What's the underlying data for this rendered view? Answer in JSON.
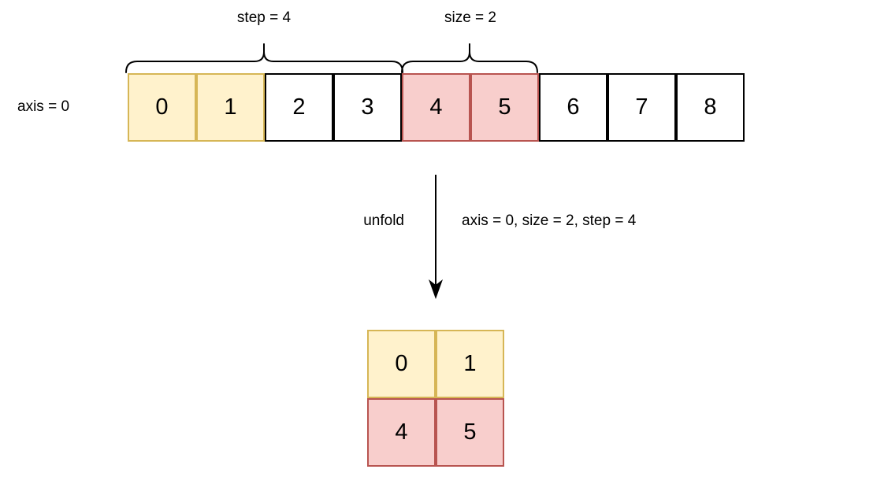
{
  "labels": {
    "step": "step = 4",
    "size": "size = 2",
    "axis": "axis = 0",
    "operation": "unfold",
    "params": "axis = 0, size = 2, step = 4"
  },
  "input_array": {
    "cells": [
      {
        "value": "0",
        "style": "yellow"
      },
      {
        "value": "1",
        "style": "yellow"
      },
      {
        "value": "2",
        "style": "plain"
      },
      {
        "value": "3",
        "style": "plain"
      },
      {
        "value": "4",
        "style": "red"
      },
      {
        "value": "5",
        "style": "red"
      },
      {
        "value": "6",
        "style": "plain"
      },
      {
        "value": "7",
        "style": "plain"
      },
      {
        "value": "8",
        "style": "plain"
      }
    ]
  },
  "output_grid": {
    "rows": [
      {
        "cells": [
          {
            "value": "0",
            "style": "yellow"
          },
          {
            "value": "1",
            "style": "yellow"
          }
        ]
      },
      {
        "cells": [
          {
            "value": "4",
            "style": "red"
          },
          {
            "value": "5",
            "style": "red"
          }
        ]
      }
    ]
  },
  "colors": {
    "yellow_fill": "#FFF2CC",
    "yellow_border": "#D6B656",
    "red_fill": "#F8CECC",
    "red_border": "#B85450",
    "plain_fill": "#FFFFFF",
    "plain_border": "#000000",
    "line": "#000000"
  }
}
